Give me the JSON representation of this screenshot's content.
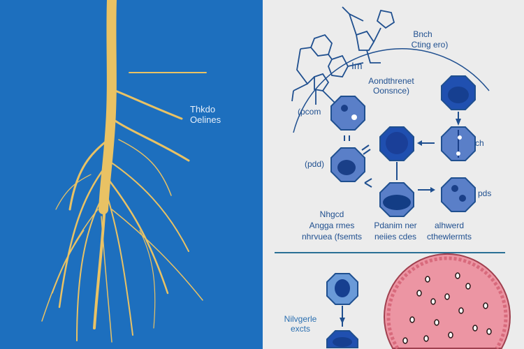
{
  "left_panel": {
    "label": [
      "Thkdo",
      "Oelines"
    ]
  },
  "top_right": {
    "arc_label": [
      "Bnch",
      "Cting ero)"
    ],
    "molecule_label": "Im",
    "center_label": [
      "Aondthrenet",
      "Oonsnce)"
    ],
    "cell_labels": {
      "top_left": "(pcom",
      "mid_left": "(pdd)",
      "right_mid": "ch",
      "right_bottom": "pds"
    },
    "captions": [
      [
        "Nhgcd",
        "Angga rmes",
        "nhrvuea (fsemts"
      ],
      [
        "Pdanim ner",
        "neiies cdes"
      ],
      [
        "alhwerd",
        "cthewlermts"
      ]
    ]
  },
  "bottom_right": {
    "label": [
      "Nilvgerle",
      "excts"
    ]
  },
  "colors": {
    "left_bg": "#1d6fbe",
    "root": "#e9c264",
    "cell": "#1d4fa8",
    "sphere": "#e8909c"
  }
}
